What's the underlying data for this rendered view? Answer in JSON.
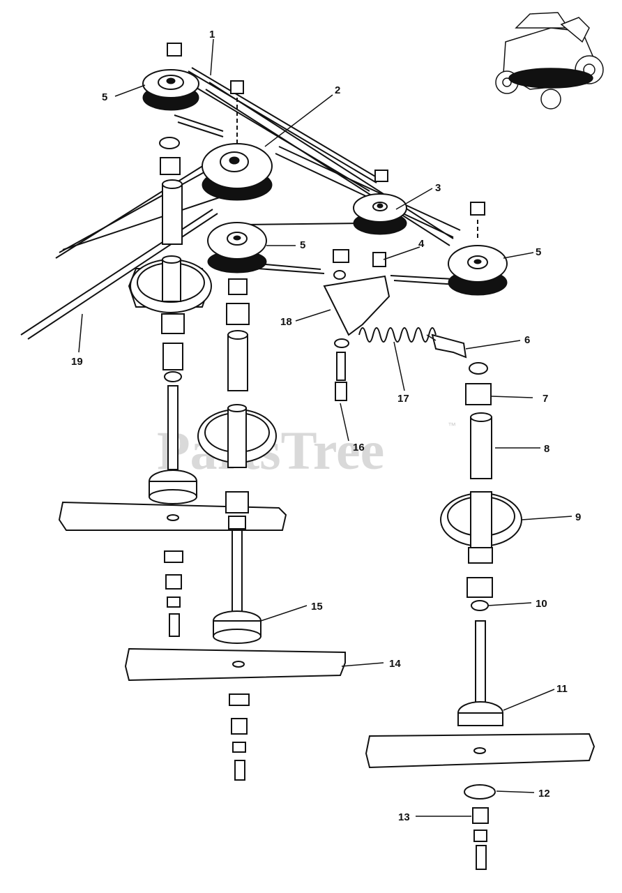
{
  "watermark": {
    "text": "PartsTree",
    "trademark": "™"
  },
  "callouts": {
    "c1": "1",
    "c2": "2",
    "c3": "3",
    "c4": "4",
    "c5a": "5",
    "c5b": "5",
    "c5c": "5",
    "c6": "6",
    "c7": "7",
    "c8": "8",
    "c9": "9",
    "c10": "10",
    "c11": "11",
    "c12": "12",
    "c13": "13",
    "c14": "14",
    "c15": "15",
    "c16": "16",
    "c17": "17",
    "c18": "18",
    "c19": "19"
  },
  "colors": {
    "ink": "#111111",
    "watermark": "#d9d9d9",
    "background": "#ffffff"
  }
}
